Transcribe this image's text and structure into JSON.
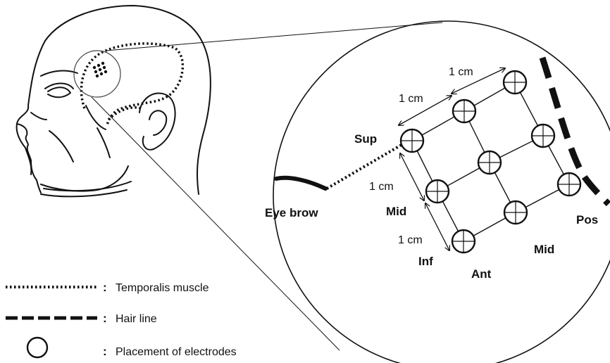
{
  "dimension_labels": {
    "top": "1 cm",
    "upper_left": "1 cm",
    "middle_left": "1 cm",
    "lower_left": "1 cm"
  },
  "position_labels": {
    "sup": "Sup",
    "mid_vertical": "Mid",
    "inf": "Inf",
    "ant": "Ant",
    "mid_horizontal": "Mid",
    "pos": "Pos",
    "eye_brow": "Eye brow"
  },
  "legend": {
    "items": [
      {
        "symbol": "dotted-line",
        "separator": ":",
        "label": "Temporalis muscle"
      },
      {
        "symbol": "dashed-line",
        "separator": ":",
        "label": "Hair line"
      },
      {
        "symbol": "circle",
        "separator": ":",
        "label": "Placement of electrodes"
      }
    ]
  },
  "electrode_grid": {
    "rows": 3,
    "columns": 3
  }
}
